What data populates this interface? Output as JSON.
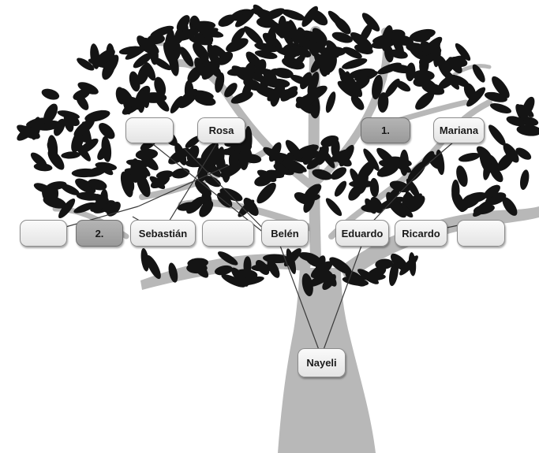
{
  "tree": {
    "colors": {
      "trunk": "#b8b8b8",
      "leaf": "#141414",
      "box_light": "#ececec",
      "box_dark": "#a6a6a6"
    },
    "boxes": {
      "top_left_blank": "",
      "rosa": "Rosa",
      "num_1": "1.",
      "mariana": "Mariana",
      "far_left_blank": "",
      "num_2": "2.",
      "sebastian": "Sebastián",
      "mid_blank": "",
      "belen": "Belén",
      "eduardo": "Eduardo",
      "ricardo": "Ricardo",
      "far_right_blank": "",
      "nayeli": "Nayeli"
    }
  }
}
